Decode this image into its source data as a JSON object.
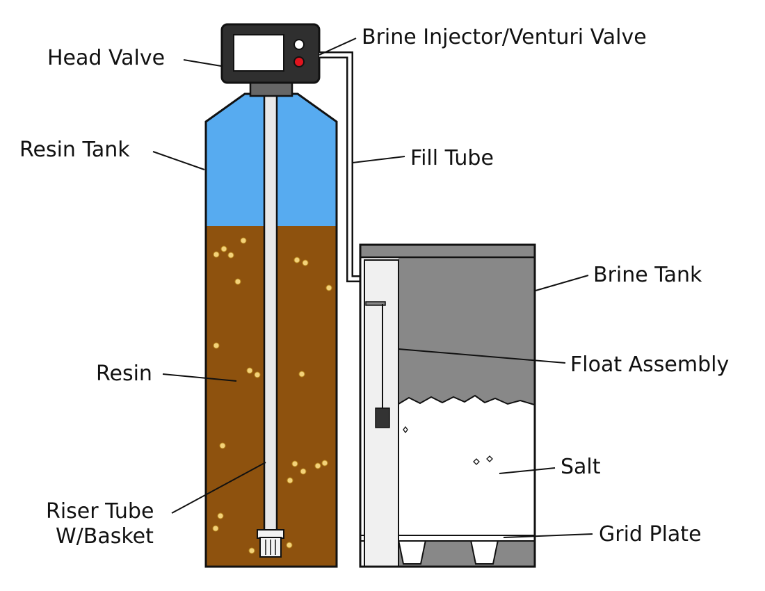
{
  "labels": {
    "head_valve": "Head Valve",
    "brine_injector": "Brine Injector/Venturi Valve",
    "resin_tank": "Resin Tank",
    "fill_tube": "Fill Tube",
    "brine_tank": "Brine Tank",
    "float_assembly": "Float Assembly",
    "resin": "Resin",
    "salt": "Salt",
    "riser_tube_line1": "Riser Tube",
    "riser_tube_line2": "W/Basket",
    "grid_plate": "Grid Plate"
  },
  "colors": {
    "water": "#57abf0",
    "resin": "#8e520e",
    "resin_beads": "#f3d27a",
    "brine_water": "#888888",
    "salt": "#ffffff",
    "valve_body": "#2f2f2f",
    "valve_screen": "#ffffff",
    "riser_tube": "#e8e8e8",
    "indicator_white": "#ffffff",
    "indicator_red": "#e0141e",
    "float_weight": "#333333",
    "outline": "#111111"
  }
}
